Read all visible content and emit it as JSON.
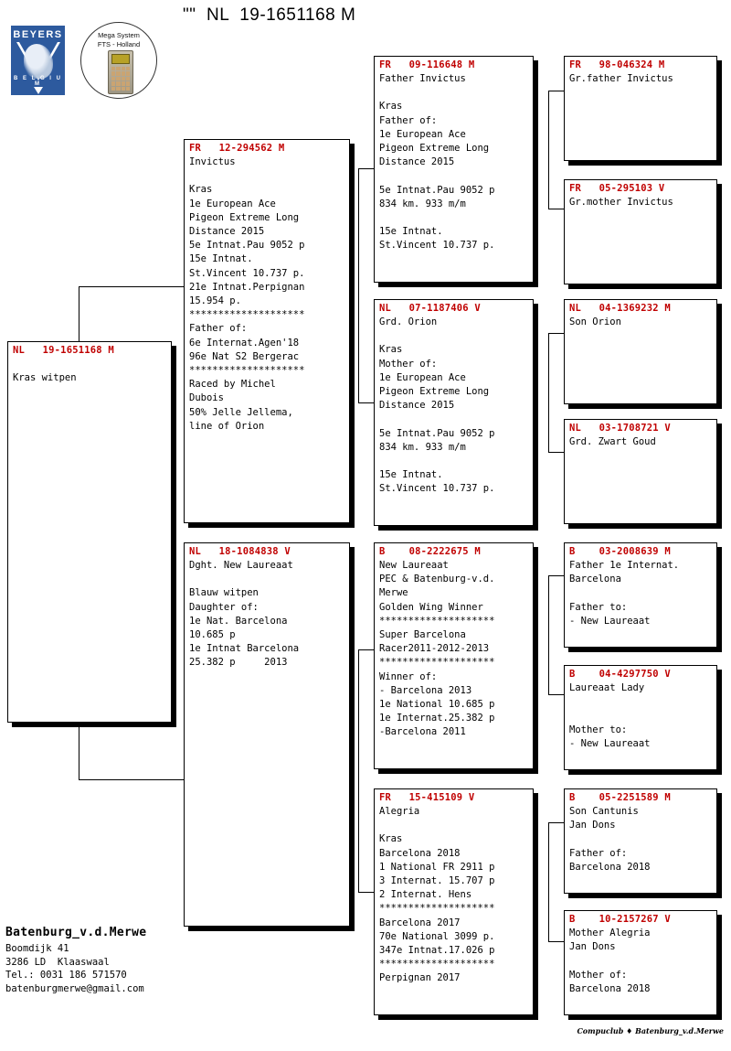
{
  "header": {
    "title": "\"\"  NL  19-1651168 M",
    "beyers_logo": {
      "brand": "BEYERS",
      "country": "B E L G I U M"
    },
    "mega_logo": {
      "line1": "Mega System",
      "line2": "FTS - Holland"
    }
  },
  "pedigree": {
    "subject": {
      "ring": "NL   19-1651168 M",
      "body": "\nKras witpen"
    },
    "parents": [
      {
        "ring": "FR   12-294562 M",
        "body": "Invictus\n\nKras\n1e European Ace\nPigeon Extreme Long\nDistance 2015\n5e Intnat.Pau 9052 p\n15e Intnat.\nSt.Vincent 10.737 p.\n21e Intnat.Perpignan\n15.954 p.\n********************\nFather of:\n6e Internat.Agen'18\n96e Nat S2 Bergerac\n********************\nRaced by Michel\nDubois\n50% Jelle Jellema,\nline of Orion"
      },
      {
        "ring": "NL   18-1084838 V",
        "body": "Dght. New Laureaat\n\nBlauw witpen\nDaughter of:\n1e Nat. Barcelona\n10.685 p\n1e Intnat Barcelona\n25.382 p     2013"
      }
    ],
    "grandparents": [
      {
        "ring": "FR   09-116648 M",
        "body": "Father Invictus\n\nKras\nFather of:\n1e European Ace\nPigeon Extreme Long\nDistance 2015\n\n5e Intnat.Pau 9052 p\n834 km. 933 m/m\n\n15e Intnat.\nSt.Vincent 10.737 p."
      },
      {
        "ring": "NL   07-1187406 V",
        "body": "Grd. Orion\n\nKras\nMother of:\n1e European Ace\nPigeon Extreme Long\nDistance 2015\n\n5e Intnat.Pau 9052 p\n834 km. 933 m/m\n\n15e Intnat.\nSt.Vincent 10.737 p."
      },
      {
        "ring": "B    08-2222675 M",
        "body": "New Laureaat\nPEC & Batenburg-v.d.\nMerwe\nGolden Wing Winner\n********************\nSuper Barcelona\nRacer2011-2012-2013\n********************\nWinner of:\n- Barcelona 2013\n1e National 10.685 p\n1e Internat.25.382 p\n-Barcelona 2011"
      },
      {
        "ring": "FR   15-415109 V",
        "body": "Alegria\n\nKras\nBarcelona 2018\n1 National FR 2911 p\n3 Internat. 15.707 p\n2 Internat. Hens\n********************\nBarcelona 2017\n70e National 3099 p.\n347e Intnat.17.026 p\n********************\nPerpignan 2017"
      }
    ],
    "greatgrandparents": [
      {
        "ring": "FR   98-046324 M",
        "body": "Gr.father Invictus"
      },
      {
        "ring": "FR   05-295103 V",
        "body": "Gr.mother Invictus"
      },
      {
        "ring": "NL   04-1369232 M",
        "body": "Son Orion"
      },
      {
        "ring": "NL   03-1708721 V",
        "body": "Grd. Zwart Goud"
      },
      {
        "ring": "B    03-2008639 M",
        "body": "Father 1e Internat.\nBarcelona\n\nFather to:\n- New Laureaat"
      },
      {
        "ring": "B    04-4297750 V",
        "body": "Laureaat Lady\n\n\nMother to:\n- New Laureaat"
      },
      {
        "ring": "B    05-2251589 M",
        "body": "Son Cantunis\nJan Dons\n\nFather of:\nBarcelona 2018"
      },
      {
        "ring": "B    10-2157267 V",
        "body": "Mother Alegria\nJan Dons\n\nMother of:\nBarcelona 2018"
      }
    ]
  },
  "footer": {
    "owner_name": "Batenburg_v.d.Merwe",
    "address_line1": "Boomdijk 41",
    "address_line2": "3286 LD  Klaaswaal",
    "phone": "Tel.: 0031 186 571570",
    "email": "batenburgmerwe@gmail.com",
    "compuclub": "Compuclub ♦ Batenburg_v.d.Merwe"
  },
  "colors": {
    "ring_red": "#c00000",
    "logo_blue": "#2d5a9e"
  }
}
